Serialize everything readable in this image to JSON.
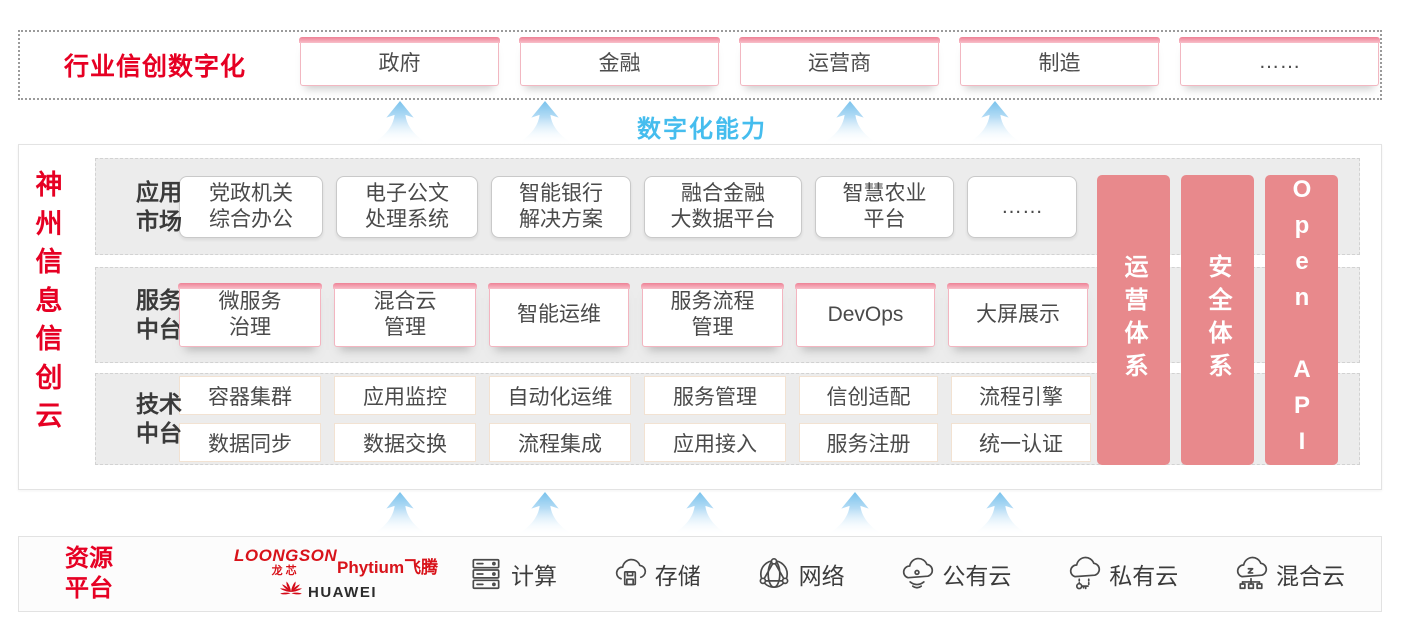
{
  "palette": {
    "red": "#e60023",
    "blue": "#45bdee",
    "pillar_pink": "#e8898c",
    "pink_border": "#f2b7c1",
    "row_gray": "#ececec"
  },
  "top_section": {
    "label": "行业信创数字化",
    "sectors": [
      "政府",
      "金融",
      "运营商",
      "制造",
      "……"
    ]
  },
  "capability_label": "数字化能力",
  "platform": {
    "title": "神州信息信创云",
    "app_market": {
      "label": "应用\n市场",
      "items": [
        "党政机关\n综合办公",
        "电子公文\n处理系统",
        "智能银行\n解决方案",
        "融合金融\n大数据平台",
        "智慧农业\n平台",
        "……"
      ]
    },
    "service_middle": {
      "label": "服务\n中台",
      "items": [
        "微服务\n治理",
        "混合云\n管理",
        "智能运维",
        "服务流程\n管理",
        "DevOps",
        "大屏展示"
      ]
    },
    "tech_middle": {
      "label": "技术\n中台",
      "row1": [
        "容器集群",
        "应用监控",
        "自动化运维",
        "服务管理",
        "信创适配",
        "流程引擎"
      ],
      "row2": [
        "数据同步",
        "数据交换",
        "流程集成",
        "应用接入",
        "服务注册",
        "统一认证"
      ]
    },
    "pillars": [
      "运营体系",
      "安全体系",
      "Open API"
    ]
  },
  "resources": {
    "label": "资源\n平台",
    "vendors": {
      "loongson": "LOONGSON",
      "loongson_cn": "龙芯",
      "phytium": "Phytium",
      "phytium_cn": "飞腾",
      "huawei": "HUAWEI"
    },
    "items": [
      {
        "icon": "compute-icon",
        "label": "计算"
      },
      {
        "icon": "storage-icon",
        "label": "存储"
      },
      {
        "icon": "network-icon",
        "label": "网络"
      },
      {
        "icon": "public-cloud-icon",
        "label": "公有云"
      },
      {
        "icon": "private-cloud-icon",
        "label": "私有云"
      },
      {
        "icon": "hybrid-cloud-icon",
        "label": "混合云"
      }
    ]
  }
}
